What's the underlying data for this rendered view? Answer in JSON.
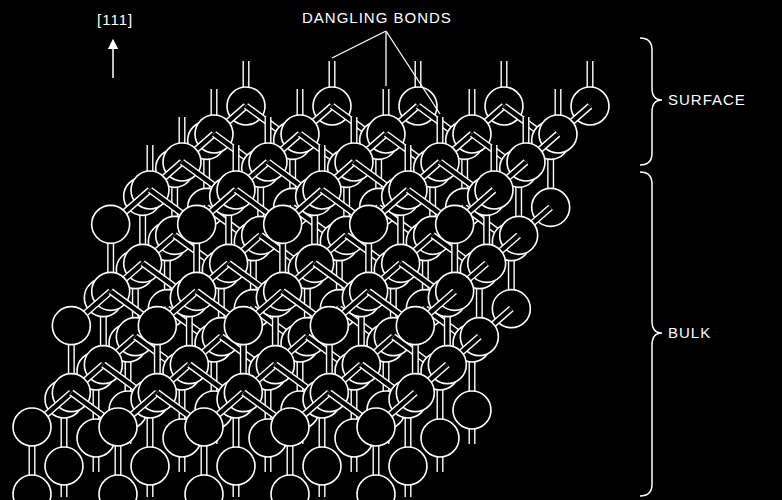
{
  "diagram": {
    "labels": [
      "[111]",
      "DANGLING BONDS",
      "SURFACE",
      "BULK"
    ]
  }
}
